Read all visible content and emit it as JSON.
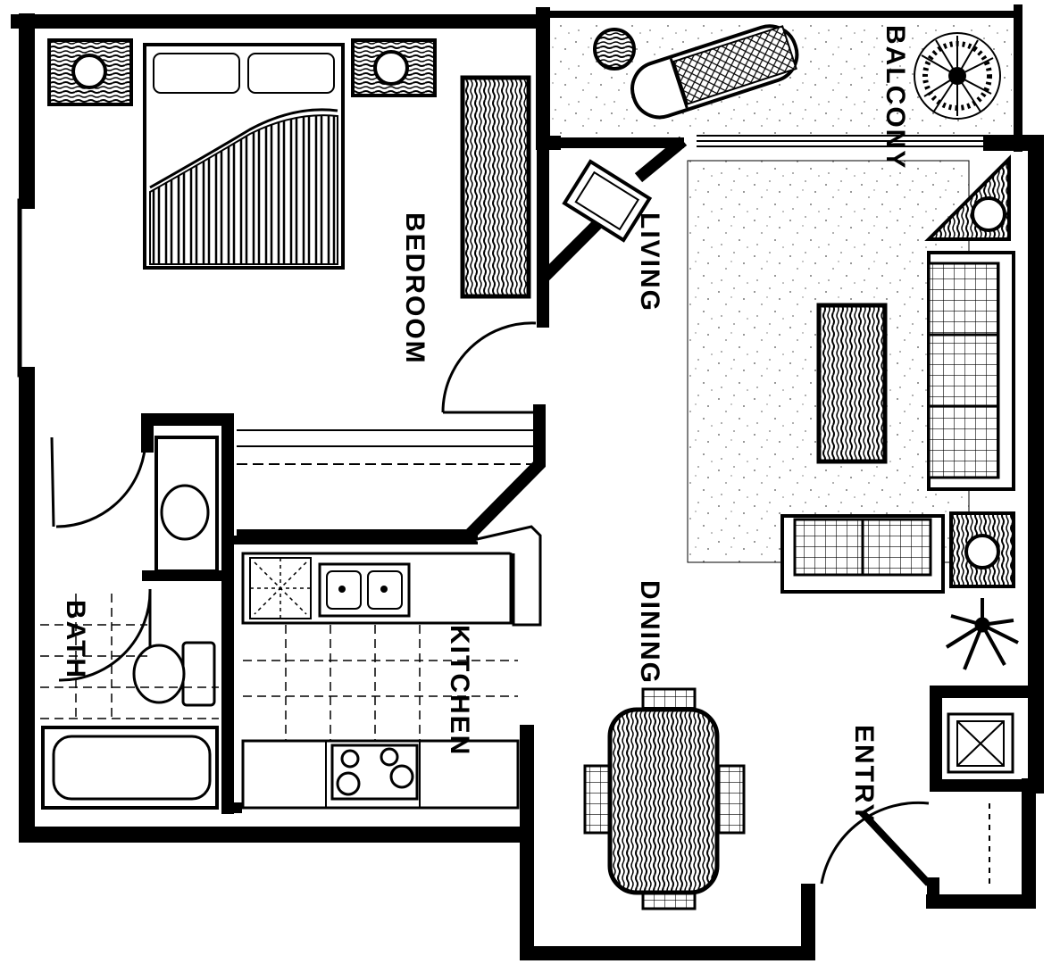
{
  "labels": {
    "balcony": "BALCONY",
    "bedroom": "BEDROOM",
    "living": "LIVING",
    "bath": "BATH",
    "kitchen": "KITCHEN",
    "dining": "DINING",
    "entry": "ENTRY"
  },
  "colors": {
    "ink": "#000000",
    "paper": "#ffffff",
    "speckle": "#777777"
  },
  "icons": {
    "bed": "bed-icon",
    "nightstand": "nightstand-lamp-icon",
    "dresser": "dresser-icon",
    "lounge": "lounge-chair-icon",
    "plant": "potted-plant-icon",
    "sofa": "sofa-icon",
    "armchair": "armchair-icon",
    "coffee_table": "coffee-table-icon",
    "tv": "tv-cabinet-icon",
    "sink": "sink-icon",
    "toilet": "toilet-icon",
    "bathtub": "bathtub-icon",
    "stove": "stove-icon",
    "dining_table": "dining-table-icon",
    "closet": "closet-icon"
  }
}
